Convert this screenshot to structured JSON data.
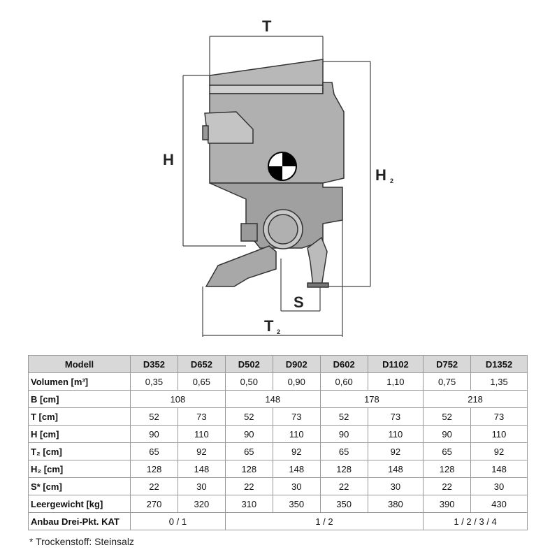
{
  "drawing": {
    "labels": {
      "T": "T",
      "H": "H",
      "H2": "H",
      "H2_sub": "2",
      "S": "S",
      "T2": "T",
      "T2_sub": "2"
    }
  },
  "table": {
    "header": [
      "Modell",
      "D352",
      "D652",
      "D502",
      "D902",
      "D602",
      "D1102",
      "D752",
      "D1352"
    ],
    "rows": [
      {
        "label": "Volumen [m³]",
        "cells": [
          "0,35",
          "0,65",
          "0,50",
          "0,90",
          "0,60",
          "1,10",
          "0,75",
          "1,35"
        ]
      },
      {
        "label": "B [cm]",
        "merged": [
          "108",
          "148",
          "178",
          "218"
        ]
      },
      {
        "label": "T [cm]",
        "cells": [
          "52",
          "73",
          "52",
          "73",
          "52",
          "73",
          "52",
          "73"
        ]
      },
      {
        "label": "H [cm]",
        "cells": [
          "90",
          "110",
          "90",
          "110",
          "90",
          "110",
          "90",
          "110"
        ]
      },
      {
        "label": "T₂ [cm]",
        "cells": [
          "65",
          "92",
          "65",
          "92",
          "65",
          "92",
          "65",
          "92"
        ]
      },
      {
        "label": "H₂ [cm]",
        "cells": [
          "128",
          "148",
          "128",
          "148",
          "128",
          "148",
          "128",
          "148"
        ]
      },
      {
        "label": "S* [cm]",
        "cells": [
          "22",
          "30",
          "22",
          "30",
          "22",
          "30",
          "22",
          "30"
        ]
      },
      {
        "label": "Leergewicht [kg]",
        "cells": [
          "270",
          "320",
          "310",
          "350",
          "350",
          "380",
          "390",
          "430"
        ]
      },
      {
        "label": "Anbau Drei-Pkt. KAT",
        "kat": [
          "0 / 1",
          "1 / 2",
          "1 / 2 / 3 / 4"
        ]
      }
    ]
  },
  "footnote": "* Trockenstoff: Steinsalz"
}
